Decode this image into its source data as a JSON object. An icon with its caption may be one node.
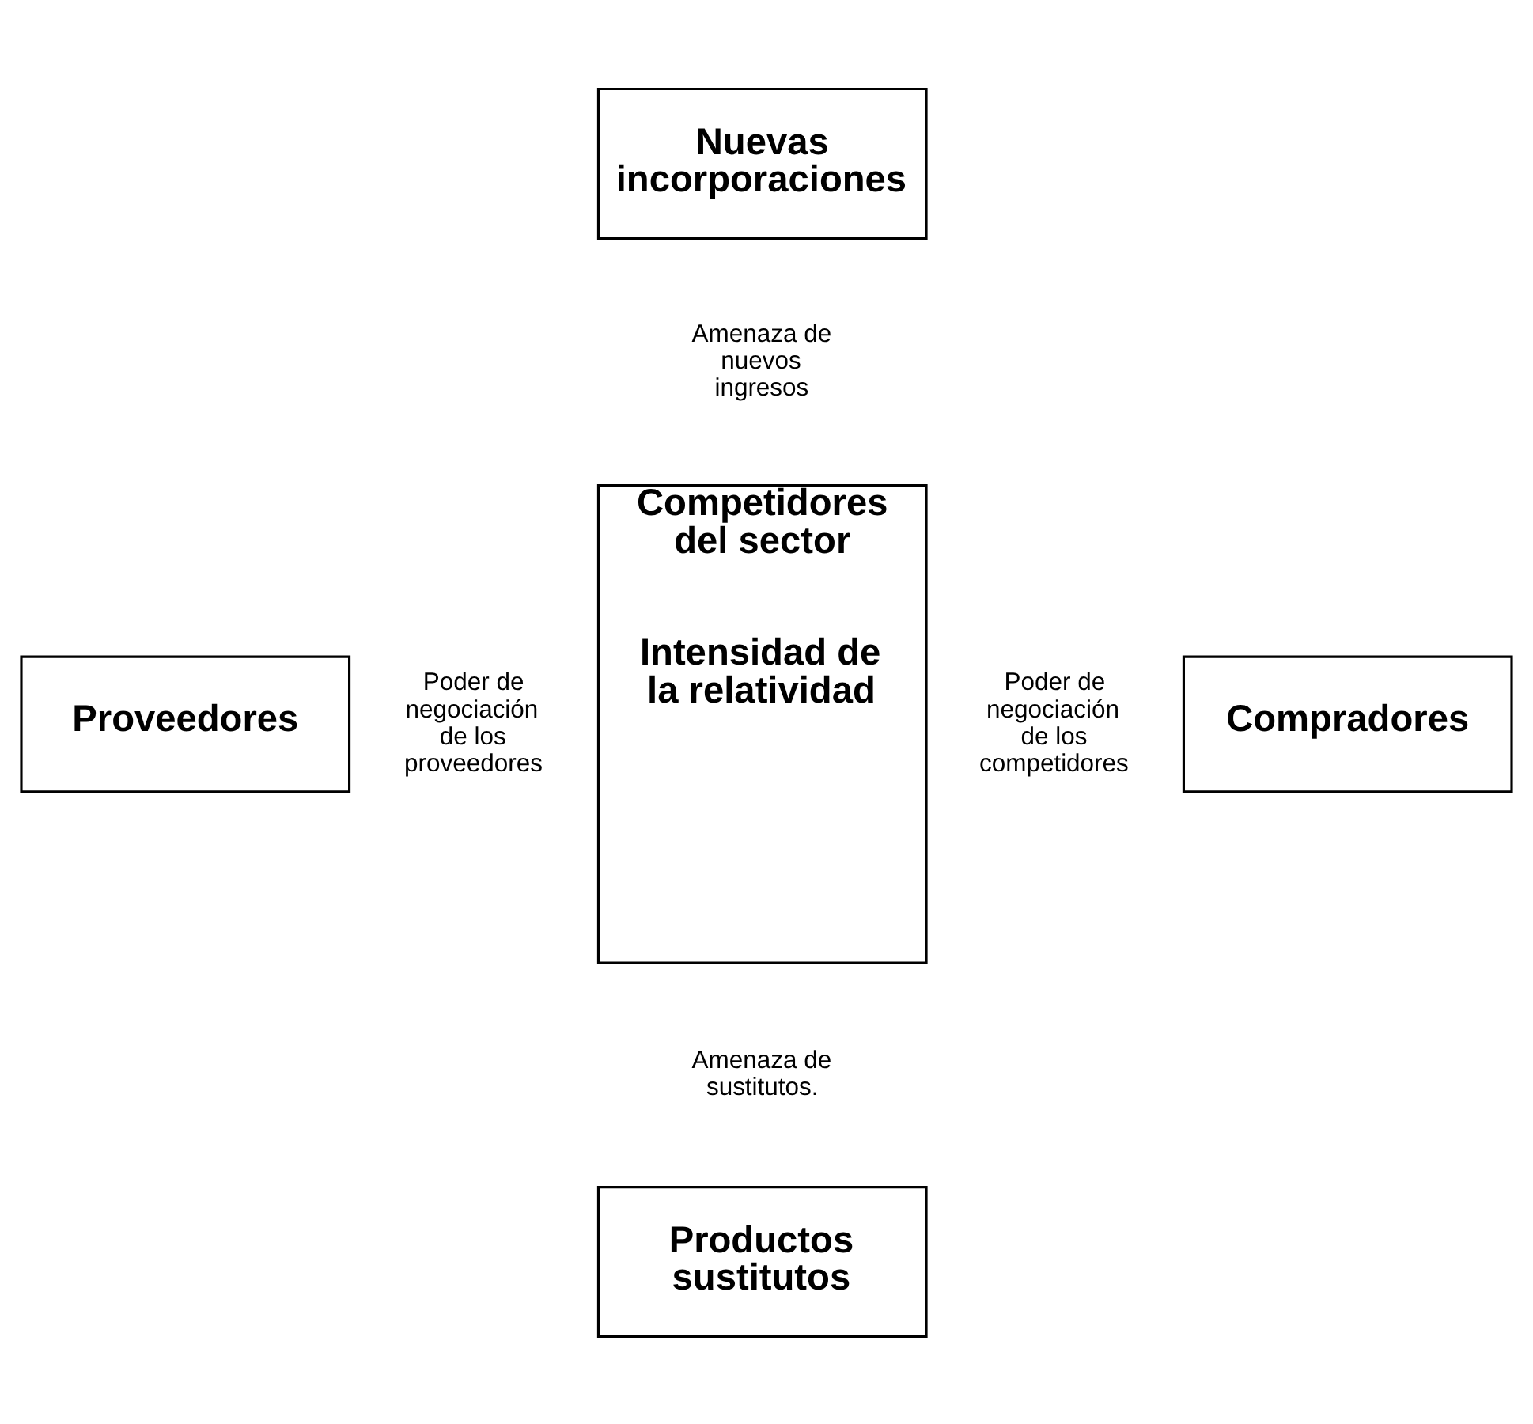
{
  "diagram": {
    "nodes": [
      {
        "text": [
          "Nuevas incorporaciones"
        ]
      },
      {
        "text": [
          "Proveedores"
        ]
      },
      {
        "text": [
          "Competidores del sector",
          "Intensidad de la relatividad"
        ]
      },
      {
        "text": [
          "Compradores"
        ]
      },
      {
        "text": [
          "Productos sustitutos"
        ]
      }
    ],
    "labels": [
      "Amenaza de nuevos ingresos",
      "Poder de negociación de los proveedores",
      "Poder de negociación de los competidores",
      "Amenaza de sustitutos."
    ]
  }
}
